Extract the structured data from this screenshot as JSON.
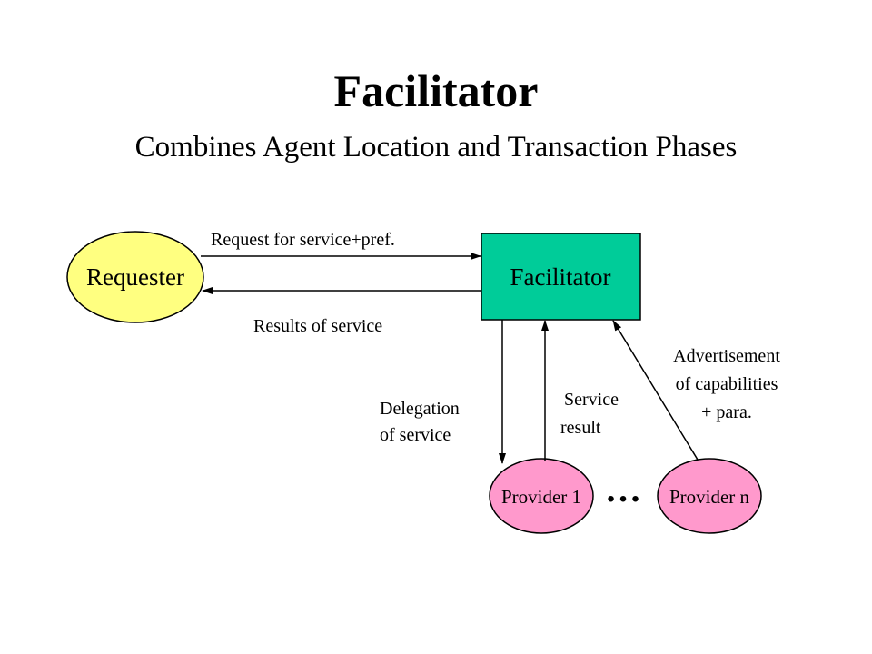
{
  "slide": {
    "title": "Facilitator",
    "subtitle": "Combines Agent Location and Transaction Phases"
  },
  "nodes": {
    "requester": "Requester",
    "facilitator": "Facilitator",
    "provider_1": "Provider 1",
    "provider_n": "Provider n",
    "ellipsis": "…"
  },
  "edges": {
    "request_for_service": "Request for service+pref.",
    "results_of_service": "Results of service",
    "delegation_line1": "Delegation",
    "delegation_line2": "of service",
    "service_result_line1": "Service",
    "service_result_line2": "result",
    "advertisement_line1": "Advertisement",
    "advertisement_line2": "of capabilities",
    "advertisement_line3": "+ para."
  },
  "colors": {
    "requester_fill": "#ffff80",
    "facilitator_fill": "#00cc99",
    "provider_fill": "#ff99cc",
    "stroke": "#000000",
    "background": "#ffffff"
  }
}
